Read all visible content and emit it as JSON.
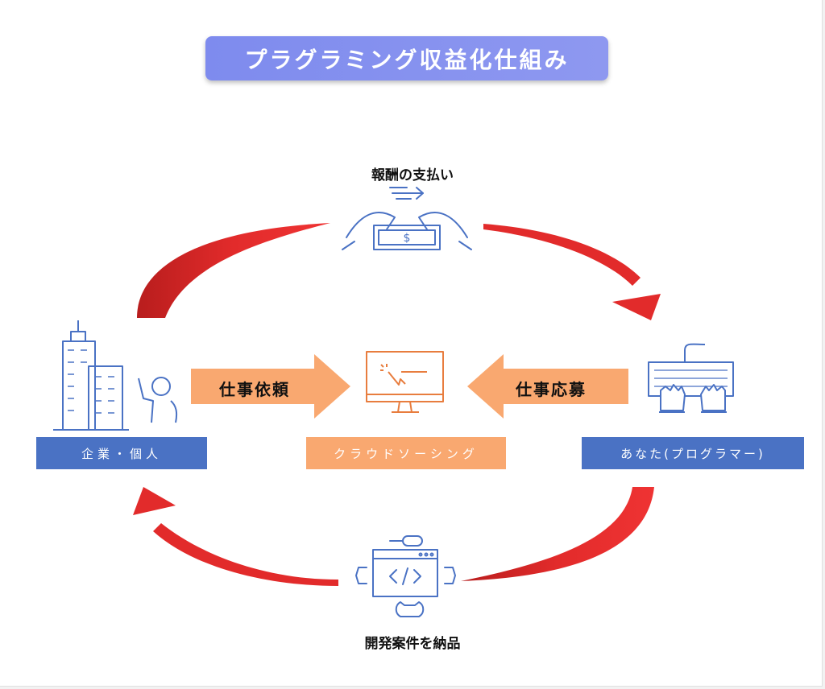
{
  "title": "プラグラミング収益化仕組み",
  "top_label": "報酬の支払い",
  "bottom_label": "開発案件を納品",
  "nodes": {
    "left": "企業・個人",
    "center": "クラウドソーシング",
    "right": "あなた(プログラマー)"
  },
  "arrows": {
    "left": "仕事依頼",
    "right": "仕事応募"
  },
  "colors": {
    "title_bg": "#8390ef",
    "node_blue": "#4a72c4",
    "node_orange": "#f9a870",
    "flow_red": "#e02a2a",
    "icon_blue": "#4a72c4",
    "icon_orange": "#e87d3e"
  },
  "icons": {
    "top": "hands-exchanging-money-icon",
    "left": "office-building-person-icon",
    "center": "monitor-click-icon",
    "right": "keyboard-hands-icon",
    "bottom": "code-window-gears-icon"
  }
}
